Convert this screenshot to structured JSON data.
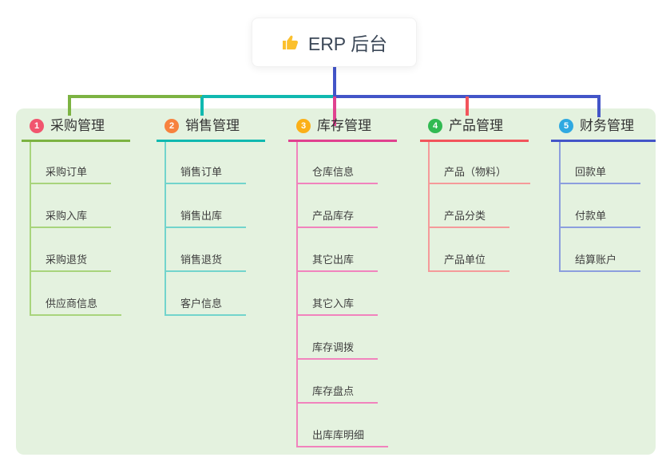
{
  "root": {
    "label": "ERP 后台",
    "icon": "thumbs-up-icon"
  },
  "colors": {
    "panel_bg": "#e4f2df",
    "root_connector": "#4355c8",
    "branch1": {
      "badge": "#f1556e",
      "line": "#7cb342",
      "child_line": "#a8d47c"
    },
    "branch2": {
      "badge": "#f7823e",
      "line": "#10b9b0",
      "child_line": "#72d4cc"
    },
    "branch3": {
      "badge": "#fbb017",
      "line": "#e0418f",
      "child_line": "#f183bd"
    },
    "branch4": {
      "badge": "#31ba52",
      "line": "#f2545b",
      "child_line": "#f59a9a"
    },
    "branch5": {
      "badge": "#2fa9e1",
      "line": "#4355c8",
      "child_line": "#8c9ede"
    }
  },
  "branches": [
    {
      "num": "1",
      "label": "采购管理",
      "children": [
        "采购订单",
        "采购入库",
        "采购退货",
        "供应商信息"
      ]
    },
    {
      "num": "2",
      "label": "销售管理",
      "children": [
        "销售订单",
        "销售出库",
        "销售退货",
        "客户信息"
      ]
    },
    {
      "num": "3",
      "label": "库存管理",
      "children": [
        "仓库信息",
        "产品库存",
        "其它出库",
        "其它入库",
        "库存调拨",
        "库存盘点",
        "出库库明细"
      ]
    },
    {
      "num": "4",
      "label": "产品管理",
      "children": [
        "产品（物料）",
        "产品分类",
        "产品单位"
      ]
    },
    {
      "num": "5",
      "label": "财务管理",
      "children": [
        "回款单",
        "付款单",
        "结算账户"
      ]
    }
  ]
}
